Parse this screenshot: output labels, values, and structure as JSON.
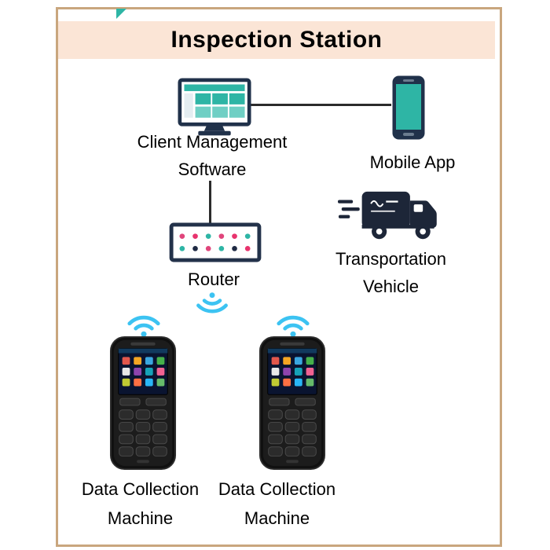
{
  "title": "Inspection Station",
  "nodes": {
    "client": {
      "line1": "Client Management",
      "line2": "Software"
    },
    "mobile": {
      "label": "Mobile App"
    },
    "router": {
      "label": "Router"
    },
    "truck": {
      "line1": "Transportation",
      "line2": "Vehicle"
    },
    "device_left": {
      "line1": "Data Collection",
      "line2": "Machine"
    },
    "device_right": {
      "line1": "Data Collection",
      "line2": "Machine"
    }
  },
  "icons": {
    "monitor": "desktop-monitor-icon",
    "phone": "smartphone-icon",
    "router": "router-icon",
    "truck": "delivery-truck-icon",
    "wifi": "wifi-signal-icon",
    "handheld": "handheld-terminal-icon",
    "corner": "teal-corner-triangle"
  },
  "colors": {
    "header_bg": "#fbe5d6",
    "frame_border": "#c9a67e",
    "teal": "#2eb5a5",
    "cyan": "#3cc3f2",
    "dark_navy": "#1d2638",
    "connector": "#2b2b2b"
  }
}
